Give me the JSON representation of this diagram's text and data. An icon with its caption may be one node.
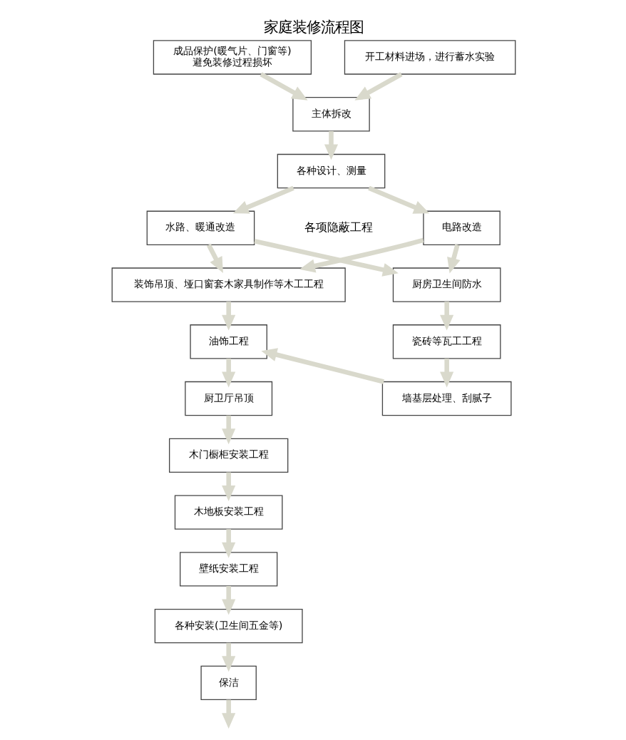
{
  "diagram": {
    "title": "家庭装修流程图",
    "nodes": [
      {
        "text": [
          "成品保护(暖气片、门窗等)",
          "避免装修过程损坏"
        ]
      },
      {
        "text": [
          "开工材料进场，进行蓄水实验"
        ]
      },
      {
        "text": [
          "主体拆改"
        ]
      },
      {
        "text": [
          "各种设计、测量"
        ]
      },
      {
        "text": [
          "水路、暖通改造"
        ]
      },
      {
        "text": [
          "电路改造"
        ]
      },
      {
        "text": [
          "装饰吊顶、垭口窗套木家具制作等木工工程"
        ]
      },
      {
        "text": [
          "厨房卫生间防水"
        ]
      },
      {
        "text": [
          "油饰工程"
        ]
      },
      {
        "text": [
          "瓷砖等瓦工工程"
        ]
      },
      {
        "text": [
          "厨卫厅吊顶"
        ]
      },
      {
        "text": [
          "墙基层处理、刮腻子"
        ]
      },
      {
        "text": [
          "木门橱柜安装工程"
        ]
      },
      {
        "text": [
          "木地板安装工程"
        ]
      },
      {
        "text": [
          "壁纸安装工程"
        ]
      },
      {
        "text": [
          "各种安装(卫生间五金等)"
        ]
      },
      {
        "text": [
          "保洁"
        ]
      }
    ],
    "edges": [
      {
        "from": 0,
        "to": 2,
        "arrow": "to"
      },
      {
        "from": 1,
        "to": 2,
        "arrow": "to"
      },
      {
        "from": 2,
        "to": 3,
        "arrow": "to"
      },
      {
        "from": 3,
        "to": 4,
        "arrow": "to"
      },
      {
        "from": 3,
        "to": 5,
        "arrow": "to"
      },
      {
        "from": 4,
        "to": 6,
        "arrow": "to"
      },
      {
        "from": 4,
        "to": 7,
        "arrow": "to"
      },
      {
        "from": 5,
        "to": 6,
        "arrow": "to"
      },
      {
        "from": 5,
        "to": 7,
        "arrow": "to"
      },
      {
        "from": 6,
        "to": 8,
        "arrow": "to"
      },
      {
        "from": 11,
        "to": 8,
        "arrow": "to"
      },
      {
        "from": 7,
        "to": 9,
        "arrow": "to"
      },
      {
        "from": 9,
        "to": 11,
        "arrow": "to"
      },
      {
        "from": 8,
        "to": 10,
        "arrow": "to"
      },
      {
        "from": 10,
        "to": 12,
        "arrow": "to"
      },
      {
        "from": 12,
        "to": 13,
        "arrow": "to"
      },
      {
        "from": 13,
        "to": 14,
        "arrow": "to"
      },
      {
        "from": 14,
        "to": 15,
        "arrow": "to"
      },
      {
        "from": 15,
        "to": 16,
        "arrow": "to"
      },
      {
        "from": 16,
        "to": null,
        "arrow": "to"
      }
    ],
    "labels": [
      "各项隐蔽工程"
    ]
  }
}
